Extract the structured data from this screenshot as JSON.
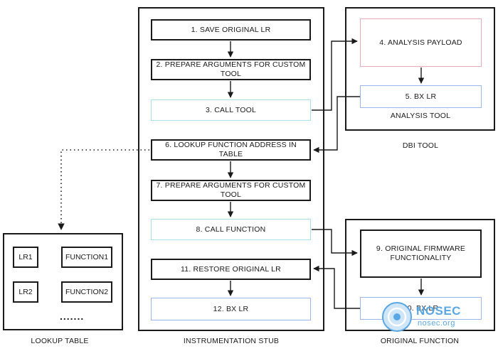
{
  "stub": {
    "label": "INSTRUMENTATION STUB",
    "steps": [
      "1. SAVE ORIGINAL  LR",
      "2. PREPARE ARGUMENTS FOR CUSTOM TOOL",
      "3. CALL TOOL",
      "6. LOOKUP FUNCTION ADDRESS IN TABLE",
      "7. PREPARE ARGUMENTS FOR CUSTOM TOOL",
      "8. CALL FUNCTION",
      "11. RESTORE ORIGINAL LR",
      "12. BX LR"
    ]
  },
  "dbi": {
    "outer_label": "DBI TOOL",
    "inner_label": "ANALYSIS TOOL",
    "steps": [
      "4. ANALYSIS PAYLOAD",
      "5. BX LR"
    ]
  },
  "original": {
    "label": "ORIGINAL FUNCTION",
    "step9_line1": "9. ORIGINAL FIRMWARE",
    "step9_line2": "FUNCTIONALITY",
    "step10": "10. BX LR"
  },
  "lookup": {
    "label": "LOOKUP TABLE",
    "rows": [
      {
        "lr": "LR1",
        "fn": "FUNCTION1"
      },
      {
        "lr": "LR2",
        "fn": "FUNCTION2"
      }
    ],
    "ellipsis": "......."
  },
  "watermark": {
    "name": "NOSEC",
    "url": "nosec.org"
  },
  "colors": {
    "line": "#1a1a1a",
    "cyan": "#a8e3ea",
    "blue": "#9cb6f0",
    "pink": "#eaa9b8",
    "watermark": "#5aa7e6"
  }
}
